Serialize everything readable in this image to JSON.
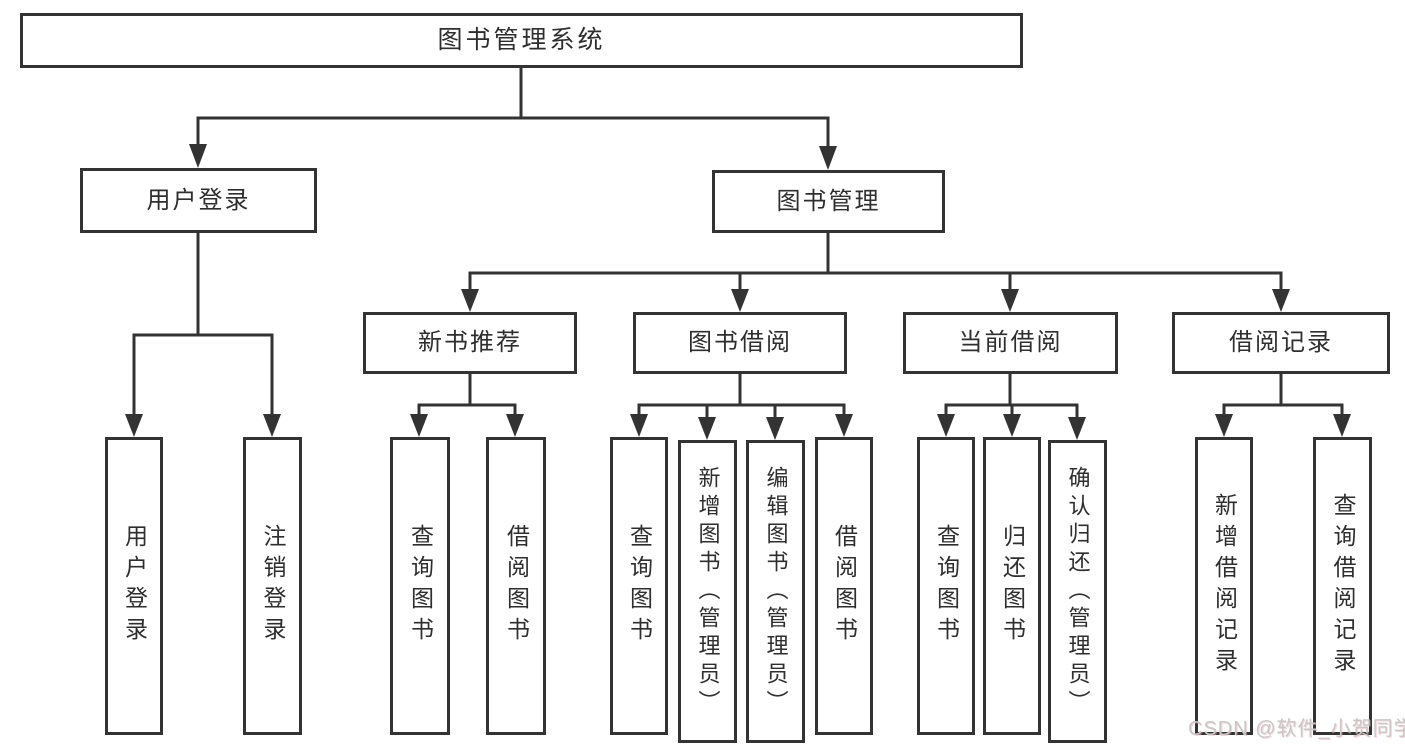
{
  "diagram": {
    "root": {
      "label": "图书管理系统"
    },
    "level2": [
      {
        "id": "user-login",
        "label": "用户登录"
      },
      {
        "id": "book-management",
        "label": "图书管理"
      }
    ],
    "level3": [
      {
        "id": "new-book-recommend",
        "label": "新书推荐",
        "parent": "book-management"
      },
      {
        "id": "book-borrowing",
        "label": "图书借阅",
        "parent": "book-management"
      },
      {
        "id": "current-borrowing",
        "label": "当前借阅",
        "parent": "book-management"
      },
      {
        "id": "borrowing-records",
        "label": "借阅记录",
        "parent": "book-management"
      }
    ],
    "level4": [
      {
        "id": "user-login-action",
        "label": "用户登录",
        "parent": "user-login"
      },
      {
        "id": "logout-action",
        "label": "注销登录",
        "parent": "user-login"
      },
      {
        "id": "query-books-recommend",
        "label": "查询图书",
        "parent": "new-book-recommend"
      },
      {
        "id": "borrow-books-recommend",
        "label": "借阅图书",
        "parent": "new-book-recommend"
      },
      {
        "id": "query-books-borrowing",
        "label": "查询图书",
        "parent": "book-borrowing"
      },
      {
        "id": "add-books-admin",
        "label": "新增图书（管理员）",
        "parent": "book-borrowing"
      },
      {
        "id": "edit-books-admin",
        "label": "编辑图书（管理员）",
        "parent": "book-borrowing"
      },
      {
        "id": "borrow-books-borrowing",
        "label": "借阅图书",
        "parent": "book-borrowing"
      },
      {
        "id": "query-books-current",
        "label": "查询图书",
        "parent": "current-borrowing"
      },
      {
        "id": "return-books",
        "label": "归还图书",
        "parent": "current-borrowing"
      },
      {
        "id": "confirm-return-admin",
        "label": "确认归还（管理员）",
        "parent": "current-borrowing"
      },
      {
        "id": "add-borrow-record",
        "label": "新增借阅记录",
        "parent": "borrowing-records"
      },
      {
        "id": "query-borrow-record",
        "label": "查询借阅记录",
        "parent": "borrowing-records"
      }
    ],
    "watermark": "CSDN @软件_小贺同学",
    "colors": {
      "line": "#333333",
      "text": "#2e2e2e",
      "background": "#ffffff",
      "watermark": "#c8c8c8"
    }
  }
}
